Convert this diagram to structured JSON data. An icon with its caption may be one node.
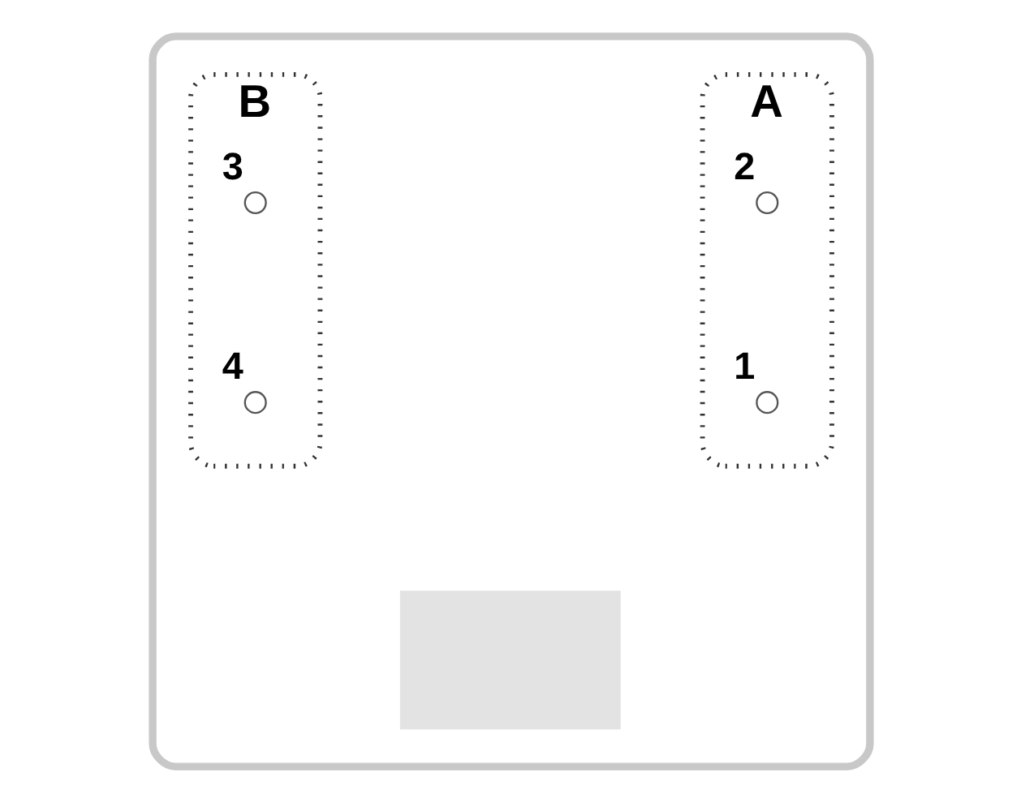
{
  "diagram": {
    "nodes": [
      {
        "text": [],
        "shape": "box"
      },
      {
        "text": [
          "A"
        ],
        "in": 0
      },
      {
        "text": [],
        "shape": "circle",
        "beside": [
          "2"
        ],
        "in": 1
      },
      {
        "text": [],
        "shape": "circle",
        "beside": [
          "1"
        ],
        "in": 1
      },
      {
        "text": [
          "B"
        ],
        "in": 0
      },
      {
        "text": [],
        "shape": "circle",
        "beside": [
          "3"
        ],
        "in": 4
      },
      {
        "text": [],
        "shape": "circle",
        "beside": [
          "4"
        ],
        "in": 4
      },
      {
        "text": [],
        "shape": "box",
        "in": 0
      }
    ]
  }
}
